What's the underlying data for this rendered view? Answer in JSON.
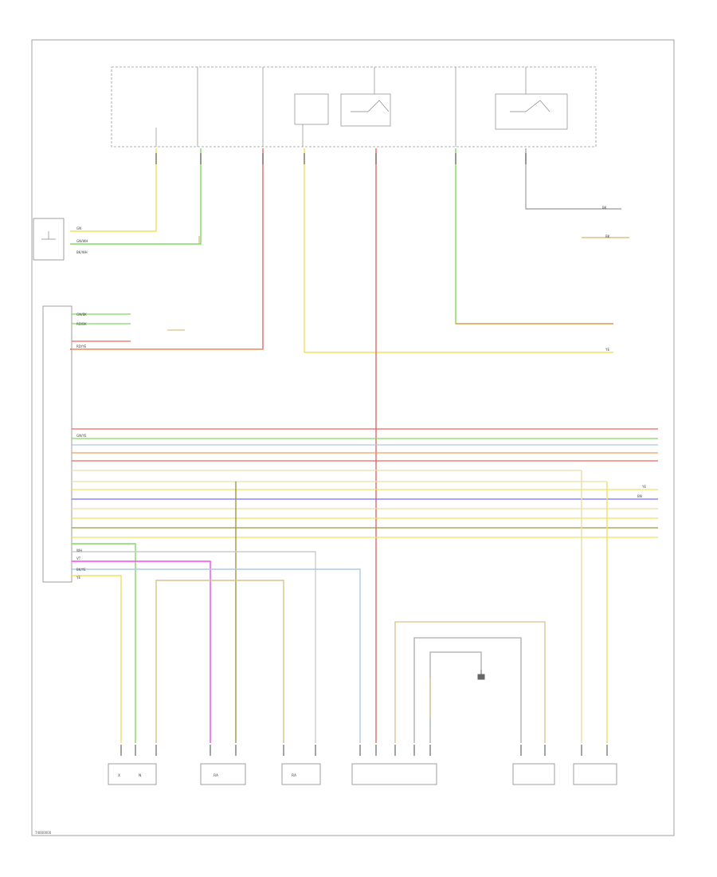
{
  "diagram_id": "T4000000",
  "palette": {
    "red": "#f06464",
    "yellow": "#efe25a",
    "green": "#7edb5b",
    "orange": "#f0a060",
    "blue": "#7070ff",
    "magenta": "#ff40ff",
    "tan": "#d9c08a",
    "cream": "#eadfa8",
    "gray": "#aaaaaa",
    "lightblue": "#b0c8e8",
    "olive": "#9a9a40",
    "frame": "#9a9a9a"
  },
  "wire_labels": {
    "gn": "GN",
    "gnwh": "GN/WH",
    "bkwh": "BK/WH",
    "gnbk": "GN/BK",
    "rdbk": "RD/BK",
    "rdye": "RD/YE",
    "ye": "YE",
    "bk": "BK",
    "vt": "VT",
    "ye2": "YE",
    "wh": "WH",
    "gnye": "GN/YE",
    "ye3": "YE",
    "bkyeh": "BK/YE",
    "bn": "BN",
    "bk2": "BK"
  },
  "component_codes": {
    "c1": "X",
    "c2": "N",
    "c3": "RA",
    "c4": "RA"
  }
}
